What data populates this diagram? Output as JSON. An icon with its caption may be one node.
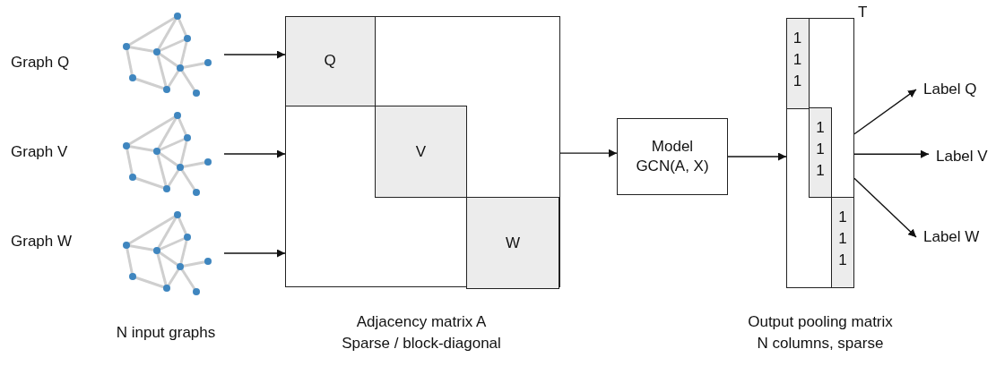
{
  "diagram": {
    "nodes": [
      {
        "text": [
          "Graph Q"
        ]
      },
      {
        "text": [],
        "shape": "picture"
      },
      {
        "text": [
          "Graph V"
        ]
      },
      {
        "text": [],
        "shape": "picture"
      },
      {
        "text": [
          "Graph W"
        ]
      },
      {
        "text": [],
        "shape": "picture"
      },
      {
        "text": [],
        "shape": "box"
      },
      {
        "text": [
          "Q"
        ],
        "in": 6
      },
      {
        "text": [
          "V"
        ],
        "in": 6
      },
      {
        "text": [
          "W"
        ],
        "in": 6
      },
      {
        "text": [
          "Model",
          "GCN(A, X)"
        ]
      },
      {
        "text": [],
        "shape": "box",
        "beside": [
          "T"
        ]
      },
      {
        "text": [
          "1 1 1"
        ],
        "in": 11
      },
      {
        "text": [
          "1 1 1"
        ],
        "in": 11
      },
      {
        "text": [
          "1 1 1"
        ],
        "in": 11
      },
      {
        "text": [
          "Label Q"
        ]
      },
      {
        "text": [
          "Label V"
        ]
      },
      {
        "text": [
          "Label W"
        ]
      }
    ],
    "edges": [
      {
        "from": 1,
        "to": 6,
        "arrow": "to"
      },
      {
        "from": 3,
        "to": 6,
        "arrow": "to"
      },
      {
        "from": 5,
        "to": 6,
        "arrow": "to"
      },
      {
        "from": 6,
        "to": 10,
        "arrow": "to"
      },
      {
        "from": 10,
        "to": 11,
        "arrow": "to"
      },
      {
        "from": 11,
        "to": 15,
        "arrow": "to"
      },
      {
        "from": 11,
        "to": 16,
        "arrow": "to"
      },
      {
        "from": 11,
        "to": 17,
        "arrow": "to"
      }
    ],
    "labels": [
      "N input graphs",
      "Adjacency matrix A",
      "Sparse / block-diagonal",
      "Output pooling matrix",
      "N columns, sparse"
    ]
  }
}
